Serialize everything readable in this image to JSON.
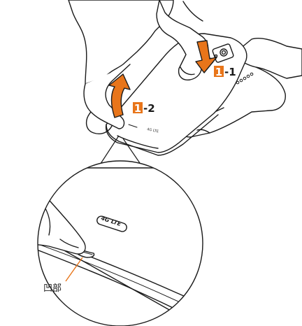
{
  "steps": {
    "step1": {
      "badge": "1",
      "suffix": "-1"
    },
    "step2": {
      "badge": "1",
      "suffix": "-2"
    }
  },
  "phone": {
    "logo_text": "4G LTE",
    "small_logo_text": "4G LTE"
  },
  "callout": {
    "label": "凹部"
  },
  "colors": {
    "accent": "#e8751a",
    "line": "#1a1a1a"
  }
}
